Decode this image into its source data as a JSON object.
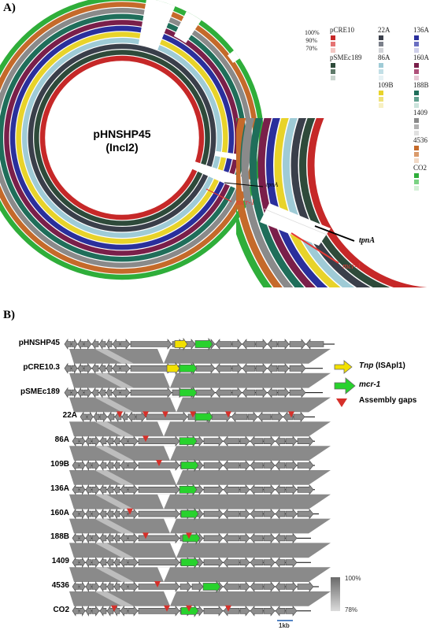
{
  "panelA": {
    "label": "A)",
    "plasmid_name_line1": "pHNSHP45",
    "plasmid_name_line2": "(IncI2)",
    "tpnA_label": "tpnA",
    "mcr1_label": "mcr-1",
    "zoom_tpnA_label": "tpnA",
    "zoom_mcr1_label": "mcr-1",
    "identity_levels": [
      "100%",
      "90%",
      "70%"
    ],
    "legend": [
      {
        "name": "pCRE10",
        "colors": [
          "#c62828",
          "#e57373",
          "#f4c7c3"
        ]
      },
      {
        "name": "pSMEc189",
        "colors": [
          "#2e4a3a",
          "#5f7a6a",
          "#c9d4ce"
        ]
      },
      {
        "name": "22A",
        "colors": [
          "#3a3f4a",
          "#7b808a",
          "#d2d4d8"
        ]
      },
      {
        "name": "86A",
        "colors": [
          "#9fcbd6",
          "#c2dfe6",
          "#e6f2f5"
        ]
      },
      {
        "name": "109B",
        "colors": [
          "#e8d32a",
          "#efe27a",
          "#f7f0c2"
        ]
      },
      {
        "name": "136A",
        "colors": [
          "#2a2f9c",
          "#6a6ec2",
          "#cfd0ea"
        ]
      },
      {
        "name": "160A",
        "colors": [
          "#7a1f4a",
          "#b0507a",
          "#e7c9d6"
        ]
      },
      {
        "name": "188B",
        "colors": [
          "#1f6e5a",
          "#5fa08e",
          "#cbe3dc"
        ]
      },
      {
        "name": "1409",
        "colors": [
          "#8a8a8a",
          "#b2b2b2",
          "#e0e0e0"
        ]
      },
      {
        "name": "4536",
        "colors": [
          "#c56a2a",
          "#da9a6a",
          "#f1d9c6"
        ]
      },
      {
        "name": "CO2",
        "colors": [
          "#2fae3a",
          "#7bd384",
          "#d3f0d6"
        ]
      }
    ]
  },
  "panelB": {
    "label": "B)",
    "rows": [
      "pHNSHP45",
      "pCRE10.3",
      "pSMEc189",
      "22A",
      "86A",
      "109B",
      "136A",
      "160A",
      "188B",
      "1409",
      "4536",
      "CO2"
    ],
    "legend": {
      "tnp_prefix": "Tnp",
      "tnp_suffix": " (ISApl1)",
      "mcr1": "mcr-1",
      "gaps": "Assembly gaps"
    },
    "scale": {
      "max": "100%",
      "min": "78%"
    },
    "scalebar": "1kb",
    "colors": {
      "gene": "#8c8c8c",
      "tnp": "#f2e000",
      "mcr1": "#28d22d",
      "gap": "#d6302a"
    }
  }
}
